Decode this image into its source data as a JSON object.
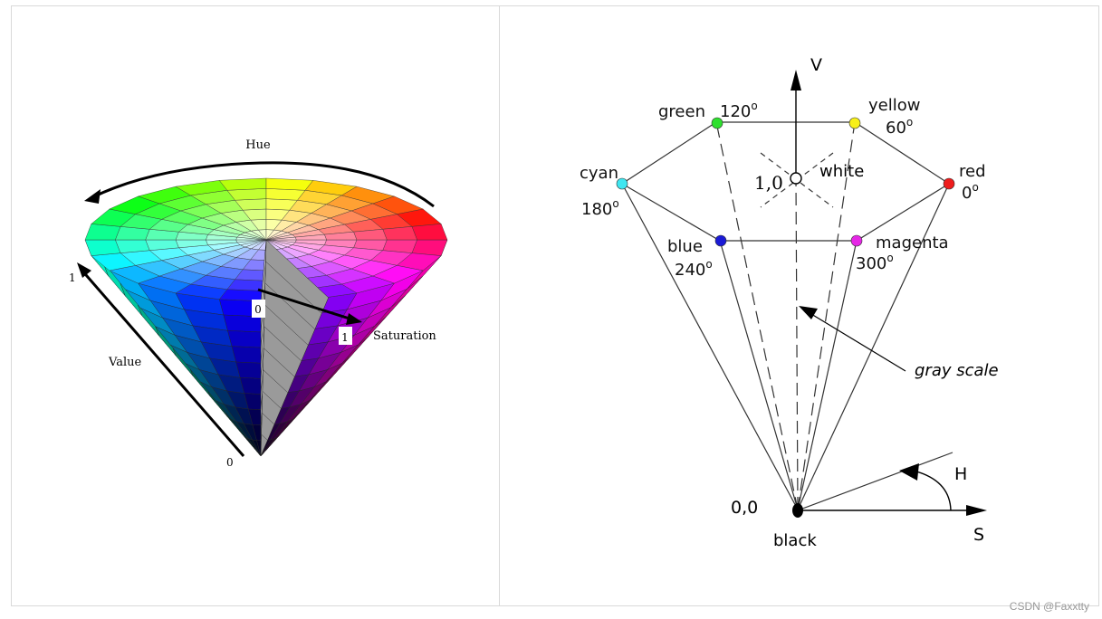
{
  "left_diagram": {
    "hue_label": "Hue",
    "saturation_label": "Saturation",
    "value_label": "Value",
    "value_one": "1",
    "value_zero": "0",
    "sat_zero": "0",
    "sat_one": "1"
  },
  "right_diagram": {
    "v_axis": "V",
    "s_axis": "S",
    "h_label": "H",
    "origin_label": "0,0",
    "black_label": "black",
    "top_center_label": "1,0",
    "white_label": "white",
    "gray_scale_label": "gray scale",
    "vertices": [
      {
        "name": "red",
        "angle": "0",
        "color": "#ee1c1c"
      },
      {
        "name": "yellow",
        "angle": "60",
        "color": "#f7f01a"
      },
      {
        "name": "green",
        "angle": "120",
        "color": "#2ee02e"
      },
      {
        "name": "cyan",
        "angle": "180",
        "color": "#3fe6f0"
      },
      {
        "name": "blue",
        "angle": "240",
        "color": "#1a1ad6"
      },
      {
        "name": "magenta",
        "angle": "300",
        "color": "#e626e6"
      }
    ],
    "degree_symbol": "o"
  },
  "watermark": "CSDN @Faxxtty"
}
